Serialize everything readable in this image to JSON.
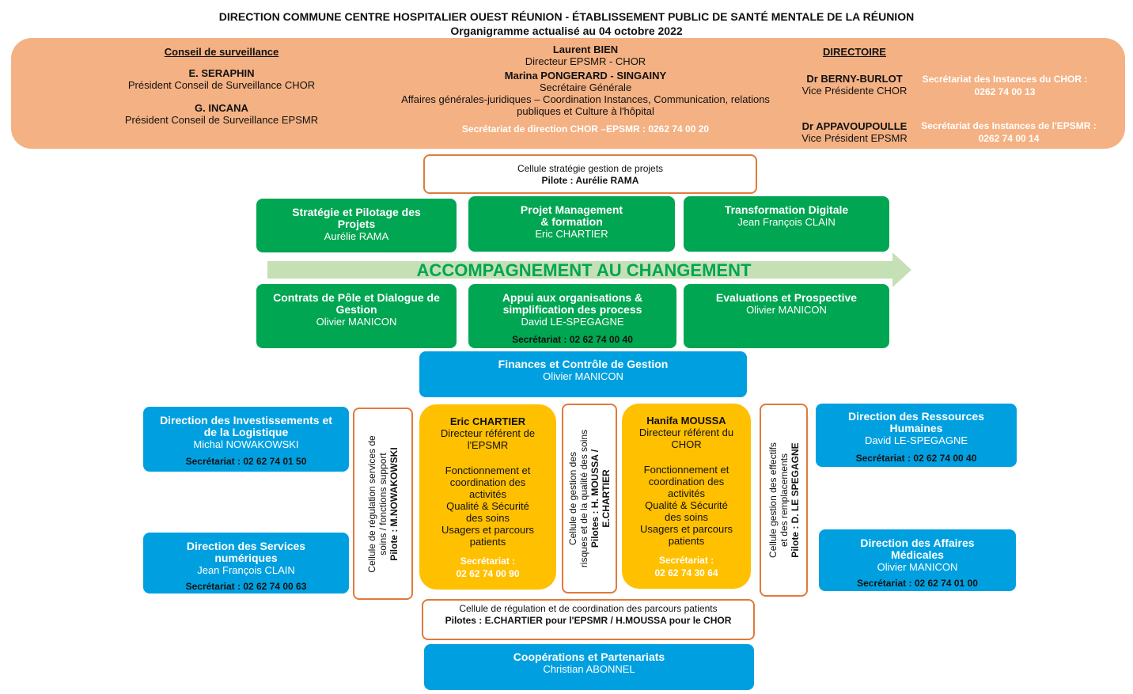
{
  "header": {
    "title": "DIRECTION COMMUNE CENTRE HOSPITALIER OUEST RÉUNION - ÉTABLISSEMENT PUBLIC DE SANTÉ MENTALE DE LA RÉUNION",
    "subtitle": "Organigramme actualisé au  04 octobre 2022"
  },
  "conseil": {
    "heading": "Conseil de surveillance",
    "p1_name": "E. SERAPHIN",
    "p1_role": "Président Conseil de Surveillance CHOR",
    "p2_name": "G. INCANA",
    "p2_role": "Président Conseil de Surveillance EPSMR"
  },
  "direction": {
    "name1": "Laurent BIEN",
    "role1": "Directeur EPSMR - CHOR",
    "name2": "Marina PONGERARD  - SINGAINY",
    "role2": "Secrétaire Générale",
    "role2b": "Affaires générales-juridiques – Coordination Instances, Communication, relations",
    "role2c": "publiques et Culture à l'hôpital",
    "secretariat": "Secrétariat  de direction  CHOR –EPSMR  : 0262  74 00 20"
  },
  "directoire": {
    "heading": "DIRECTOIRE",
    "p1_name": "Dr BERNY-BURLOT",
    "p1_role": "Vice Présidente CHOR",
    "p1_sec": "Secrétariat  des Instances  du CHOR :",
    "p1_tel": "0262 74  00  13",
    "p2_name": "Dr APPAVOUPOULLE",
    "p2_role": "Vice Président EPSMR",
    "p2_sec": "Secrétariat  des Instances  de l'EPSMR :",
    "p2_tel": "0262 74  00  14"
  },
  "cellule_strategie": {
    "title": "Cellule stratégie gestion de projets",
    "pilote": "Pilote : Aurélie RAMA"
  },
  "green_boxes": [
    {
      "title": "Stratégie et Pilotage des Projets",
      "person": "Aurélie RAMA"
    },
    {
      "title": "Projet Management & formation",
      "person": "Eric CHARTIER"
    },
    {
      "title": "Transformation Digitale",
      "person": "Jean François CLAIN"
    },
    {
      "title": "Contrats de Pôle et Dialogue de Gestion",
      "person": "Olivier MANICON"
    },
    {
      "title": "Appui aux organisations & simplification des process",
      "person": "David LE-SPEGAGNE",
      "sec": "Secrétariat : 02 62 74 00  40"
    },
    {
      "title": "Evaluations et Prospective",
      "person": "Olivier MANICON"
    }
  ],
  "arrow_label": "ACCOMPAGNEMENT AU CHANGEMENT",
  "finances": {
    "title": "Finances et Contrôle de Gestion",
    "person": "Olivier MANICON"
  },
  "left_boxes": [
    {
      "title": "Direction des Investissements et de la Logistique",
      "person": "Michal NOWAKOWSKI",
      "sec": "Secrétariat  : 02 62 74  01 50"
    },
    {
      "title": "Direction des Services numériques",
      "person": "Jean François CLAIN",
      "sec": "Secrétariat  : 02 62 74  00  63"
    }
  ],
  "right_boxes": [
    {
      "title": "Direction des Ressources Humaines",
      "person": "David LE-SPEGAGNE",
      "sec": "Secrétariat  : 02 62 74 00  40"
    },
    {
      "title": "Direction des Affaires Médicales",
      "person": "Olivier MANICON",
      "sec": "Secrétariat  : 02 62 74  01 00"
    }
  ],
  "vertical_cells": [
    {
      "line1": "Cellule de régulation services de",
      "line2": "soins / fonctions support",
      "pilote": "Pilote : M.NOWAKOWSKI"
    },
    {
      "line1": "Cellule de gestion des",
      "line2": "risques et de la qualité des soins",
      "pilote": "Pilotes : H. MOUSSA /",
      "pilote2": "E.CHARTIER"
    },
    {
      "line1": "Cellule gestion des effectifs",
      "line2": "et des remplacements",
      "pilote": "Pilote : D. LE SPEGAGNE"
    }
  ],
  "yellow_boxes": [
    {
      "name": "Eric CHARTIER",
      "role": "Directeur référent de l'EPSMR",
      "tasks": "Fonctionnement et coordination des activités",
      "tasks2": "Qualité & Sécurité des soins",
      "tasks3": "Usagers et parcours patients",
      "sec": "Secrétariat  :",
      "tel": "02 62 74  00  90"
    },
    {
      "name": "Hanifa MOUSSA",
      "role": "Directeur référent du CHOR",
      "tasks": "Fonctionnement et coordination des activités",
      "tasks2": "Qualité & Sécurité des soins",
      "tasks3": "Usagers et parcours patients",
      "sec": "Secrétariat  :",
      "tel": "02 62 74  30  64"
    }
  ],
  "cellule_parcours": {
    "title": "Cellule de régulation et de coordination des parcours patients",
    "pilote": "Pilotes : E.CHARTIER pour l'EPSMR / H.MOUSSA pour le CHOR"
  },
  "cooperations": {
    "title": "Coopérations et Partenariats",
    "person": "Christian ABONNEL"
  },
  "colors": {
    "green": "#00a651",
    "blue": "#00a0e0",
    "yellow": "#ffc000",
    "orange_band": "#f4b183",
    "border_orange": "#e07a3c",
    "arrow": "#c5e0b4",
    "arrow_text": "#00a651"
  }
}
